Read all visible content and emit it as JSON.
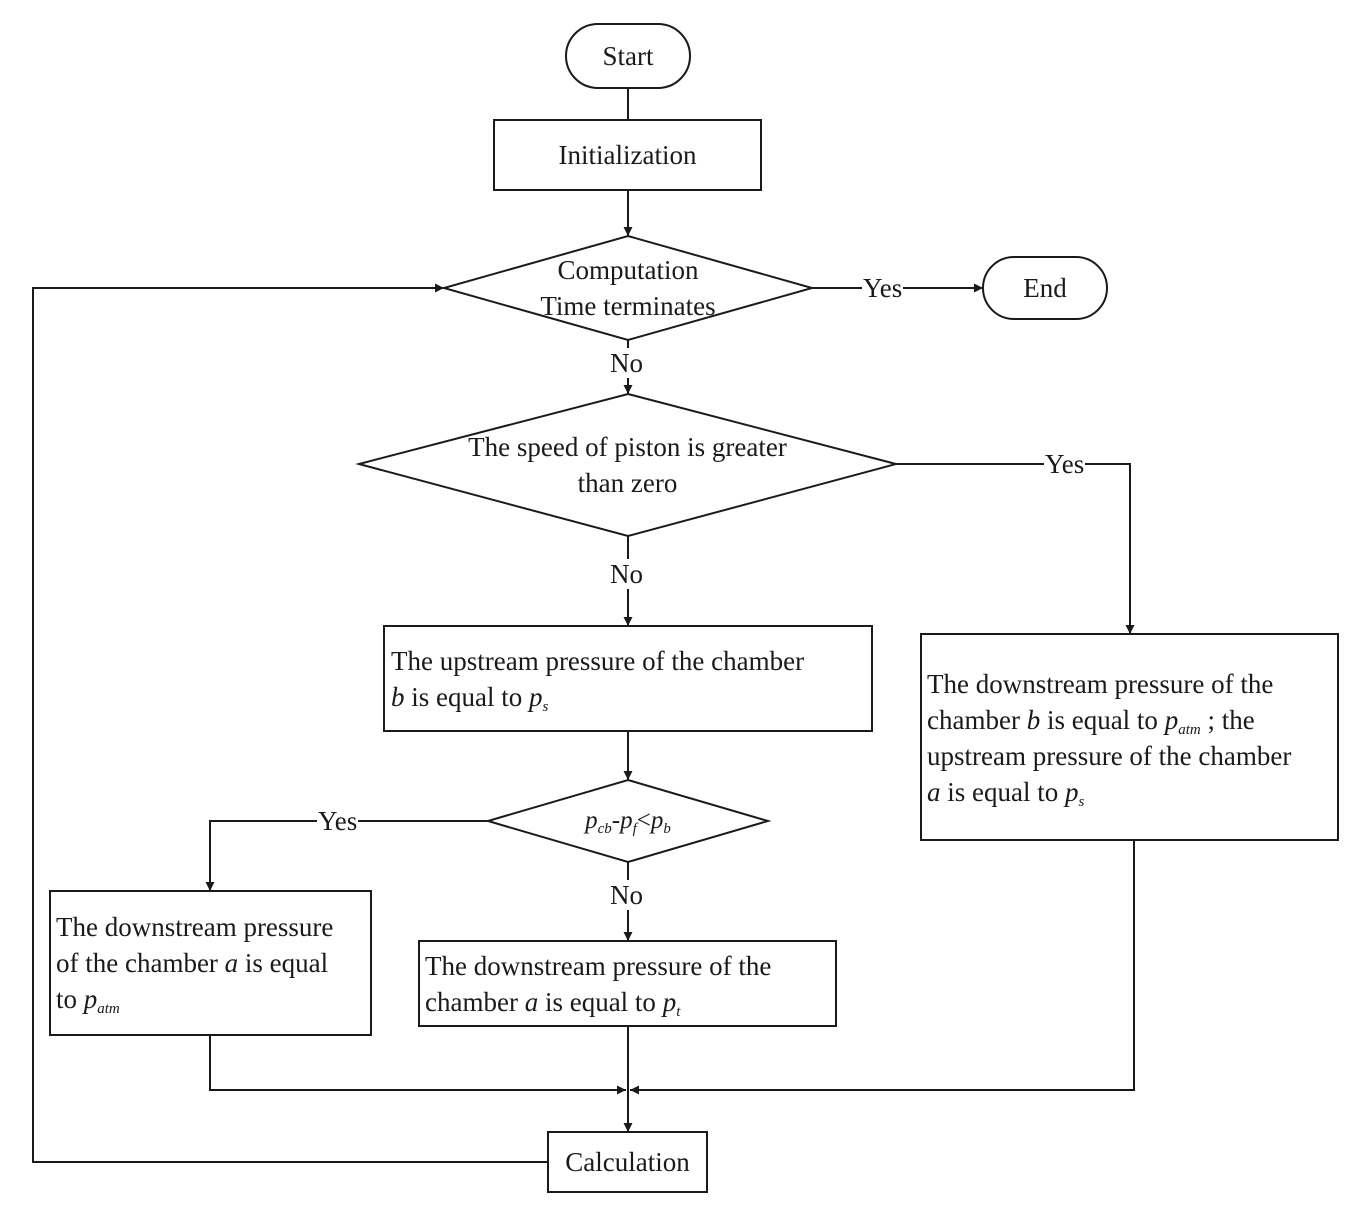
{
  "nodes": {
    "start": {
      "text": "Start"
    },
    "init": {
      "text": "Initialization"
    },
    "decision_time": {
      "line1": "Computation",
      "line2": "Time terminates"
    },
    "end": {
      "text": "End"
    },
    "decision_speed": {
      "line1": "The speed of piston is greater",
      "line2": "than zero"
    },
    "box_upstream_b": {
      "line1": "The upstream pressure of the chamber",
      "line2_var": "b",
      "line2_text": " is equal to ",
      "line2_p": "p",
      "line2_sub": "s"
    },
    "box_down_b_up_a": {
      "line1": "The downstream pressure of the",
      "line2_text": "chamber ",
      "line2_var": "b",
      "line2_text2": " is equal to ",
      "line2_p": "p",
      "line2_sub": "atm",
      "line2_tail": " ; the",
      "line3": "upstream pressure of the chamber",
      "line4_var": "a",
      "line4_text": " is equal to ",
      "line4_p": "p",
      "line4_sub": "s"
    },
    "decision_pressure": {
      "p1": "p",
      "s1": "cb",
      "dash": "-",
      "p2": "p",
      "s2": "f",
      "lt": "<",
      "p3": "p",
      "s3": "b"
    },
    "box_down_a_atm": {
      "line1": "The downstream pressure",
      "line2_text": "of the chamber ",
      "line2_var": "a",
      "line2_text2": " is equal",
      "line3_text": "to ",
      "line3_p": "p",
      "line3_sub": "atm"
    },
    "box_down_a_t": {
      "line1": "The downstream pressure of the",
      "line2_text": "chamber ",
      "line2_var": "a",
      "line2_text2": " is equal to ",
      "line2_p": "p",
      "line2_sub": "t"
    },
    "calc": {
      "text": "Calculation"
    }
  },
  "edge_labels": {
    "time_yes": "Yes",
    "time_no": "No",
    "speed_yes": "Yes",
    "speed_no": "No",
    "pressure_yes": "Yes",
    "pressure_no": "No"
  },
  "style": {
    "line_color": "#1a1a1a",
    "fill": "#ffffff"
  }
}
